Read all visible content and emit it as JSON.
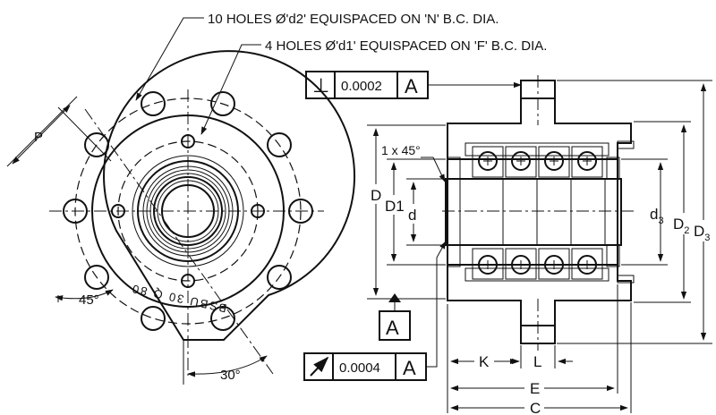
{
  "notes": {
    "holes_n": "10 HOLES Ø'd2' EQUISPACED ON 'N' B.C. DIA.",
    "holes_f": "4 HOLES Ø'd1' EQUISPACED ON 'F' B.C. DIA."
  },
  "front_view": {
    "dim_p": "P",
    "angle_45": "45°",
    "angle_30": "30°",
    "engraving": "BSBU 30 Q 80"
  },
  "section_view": {
    "chamfer": "1 x 45°",
    "dim_D": "D",
    "dim_D1": "D1",
    "dim_d": "d",
    "dim_d3_base": "d",
    "dim_d3_sub": "3",
    "dim_D2_base": "D",
    "dim_D2_sub": "2",
    "dim_D3_base": "D",
    "dim_D3_sub": "3",
    "dim_K": "K",
    "dim_L": "L",
    "dim_E": "E",
    "dim_C": "C"
  },
  "tolerance": {
    "perp_symbol": "⊥",
    "perp_value": "0.0002",
    "perp_datum": "A",
    "runout_value": "0.0004",
    "runout_datum": "A",
    "datum_label": "A"
  }
}
